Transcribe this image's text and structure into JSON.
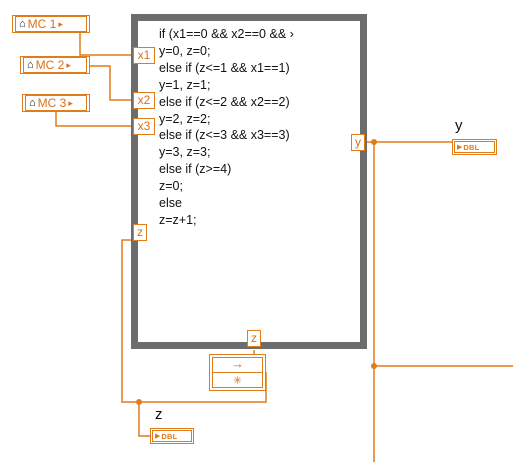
{
  "inputs": [
    {
      "label": "MC 1"
    },
    {
      "label": "MC 2"
    },
    {
      "label": "MC 3"
    }
  ],
  "formula_node": {
    "input_terminals": [
      "x1",
      "x2",
      "x3",
      "z"
    ],
    "output_terminal": "y",
    "code_lines": [
      "if (x1==0 && x2==0 && ›",
      "y=0, z=0;",
      "else if (z<=1 && x1==1)",
      "y=1, z=1;",
      "else if (z<=2 && x2==2)",
      "y=2, z=2;",
      "else if (z<=3 && x3==3)",
      "y=3, z=3;",
      "else if (z>=4)",
      "z=0;",
      "else",
      "z=z+1;"
    ],
    "feedback_terminal": "z"
  },
  "indicators": [
    {
      "label": "y",
      "type": "DBL"
    },
    {
      "label": "z",
      "type": "DBL"
    }
  ],
  "shift_register": {
    "arrow": "→",
    "symbol": "✳"
  },
  "colors": {
    "wire": "#e07c1a",
    "frame": "#6c6c6c",
    "text": "#111111"
  },
  "icons": {
    "input_glyph": "home-icon",
    "indicator_glyph": "dbl-type-icon"
  }
}
